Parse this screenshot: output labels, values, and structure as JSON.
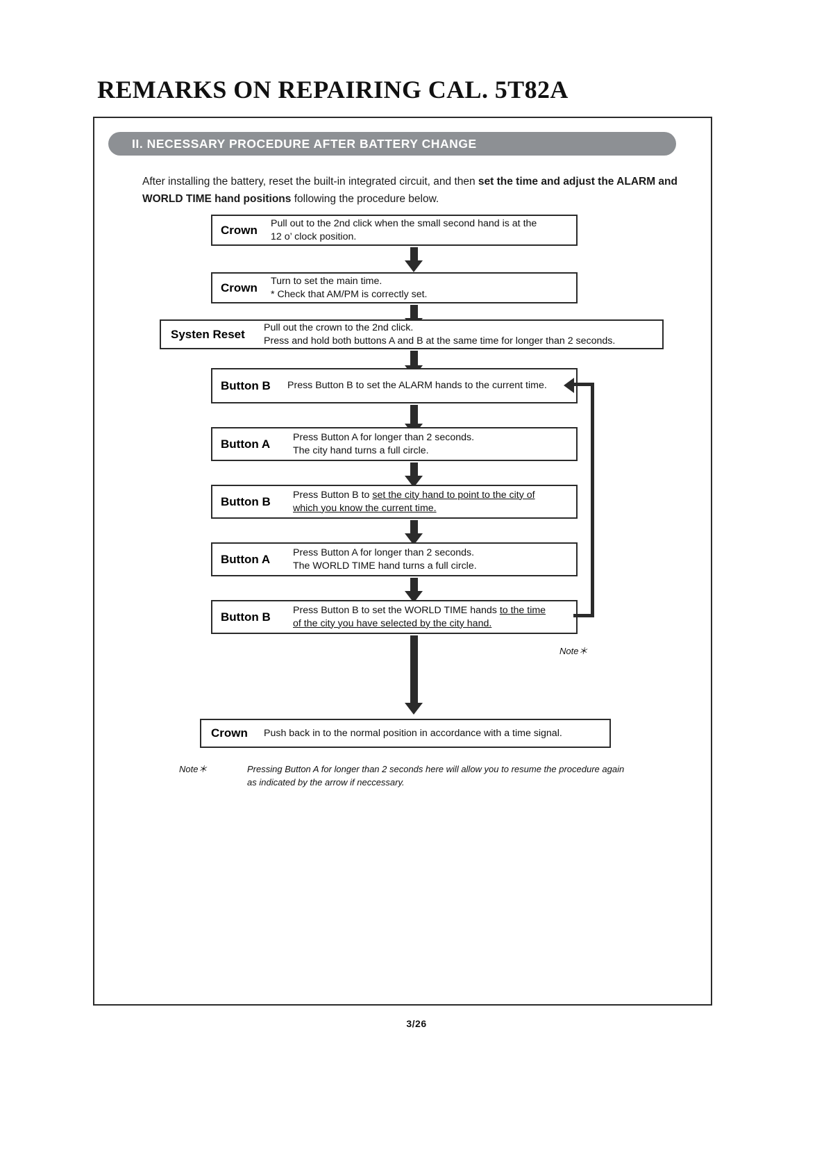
{
  "document": {
    "title": "REMARKS ON REPAIRING CAL. 5T82A",
    "page_number": "3/26"
  },
  "section": {
    "heading": "II. NECESSARY PROCEDURE AFTER BATTERY CHANGE"
  },
  "intro": {
    "part1": "After installing the battery, reset the built-in integrated circuit, and then ",
    "bold1": "set the time and adjust the ALARM and WORLD TIME hand positions",
    "part2": " following the procedure below."
  },
  "flow": {
    "steps": [
      {
        "label": "Crown",
        "line1": "Pull out to the 2nd click when the small second hand is at the",
        "line2": "12 o’ clock position."
      },
      {
        "label": "Crown",
        "line1": "Turn to set the main time.",
        "line2": "* Check that AM/PM is correctly set."
      },
      {
        "label": "Systen Reset",
        "line1": "Pull out the crown to the 2nd click.",
        "line2": "Press and hold both buttons A and B at the same time for longer than 2 seconds."
      },
      {
        "label": "Button B",
        "line1": "Press Button B to set the ALARM hands to the current time.",
        "line2": ""
      },
      {
        "label": "Button A",
        "line1": "Press Button A for longer than 2 seconds.",
        "line2": "The city hand turns a full circle."
      },
      {
        "label": "Button B",
        "line1_plain": "Press Button B to ",
        "line1_underline": "set the city hand to point to the city of",
        "line2_underline": "which you know the current time. "
      },
      {
        "label": "Button A",
        "line1": "Press Button A for longer than 2 seconds.",
        "line2": "The WORLD TIME hand turns a full circle."
      },
      {
        "label": "Button B",
        "line1_plain": "Press Button B to set the WORLD TIME hands ",
        "line1_underline": "to the time",
        "line2_underline": "of the city you have selected by the city hand."
      },
      {
        "label": "Crown",
        "line1": "Push back in to the normal position in accordance with a time signal.",
        "line2": ""
      }
    ],
    "loop_note_marker": "Note＊"
  },
  "footnote": {
    "tag": "Note＊",
    "line1": "Pressing Button A for longer than 2 seconds here will allow you to resume the procedure again",
    "line2": "as indicated by the arrow if neccessary."
  },
  "colors": {
    "pill_background": "#8d9094",
    "frame_border": "#2b2b2b",
    "text": "#111111"
  }
}
